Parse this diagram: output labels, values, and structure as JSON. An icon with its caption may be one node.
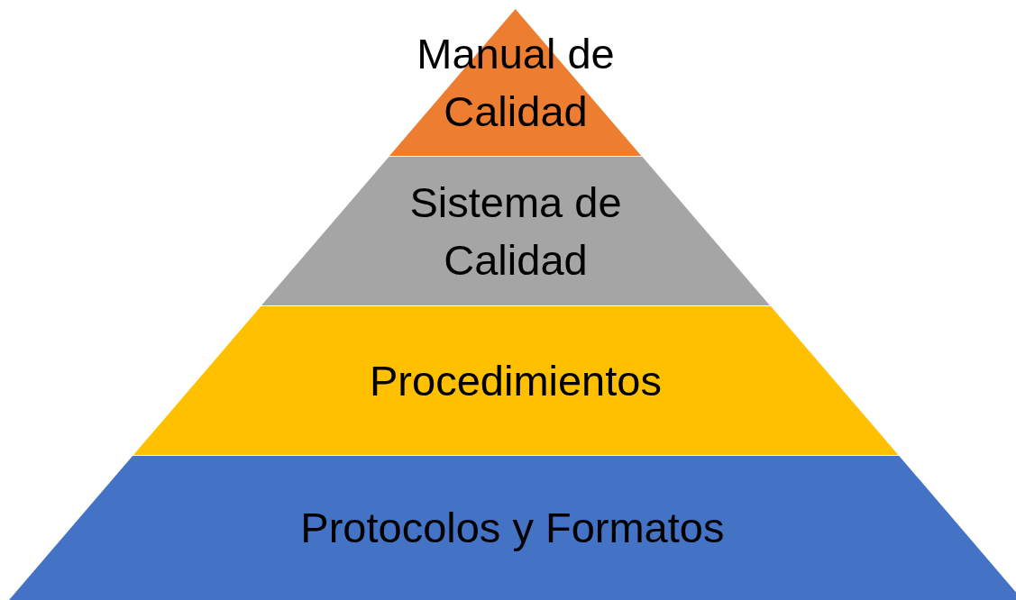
{
  "diagram": {
    "nodes": [
      {
        "text": [
          "Manual de Calidad"
        ]
      },
      {
        "text": [
          "Sistema de Calidad"
        ]
      },
      {
        "text": [
          "Procedimientos"
        ]
      },
      {
        "text": [
          "Protocolos y Formatos"
        ]
      }
    ]
  }
}
